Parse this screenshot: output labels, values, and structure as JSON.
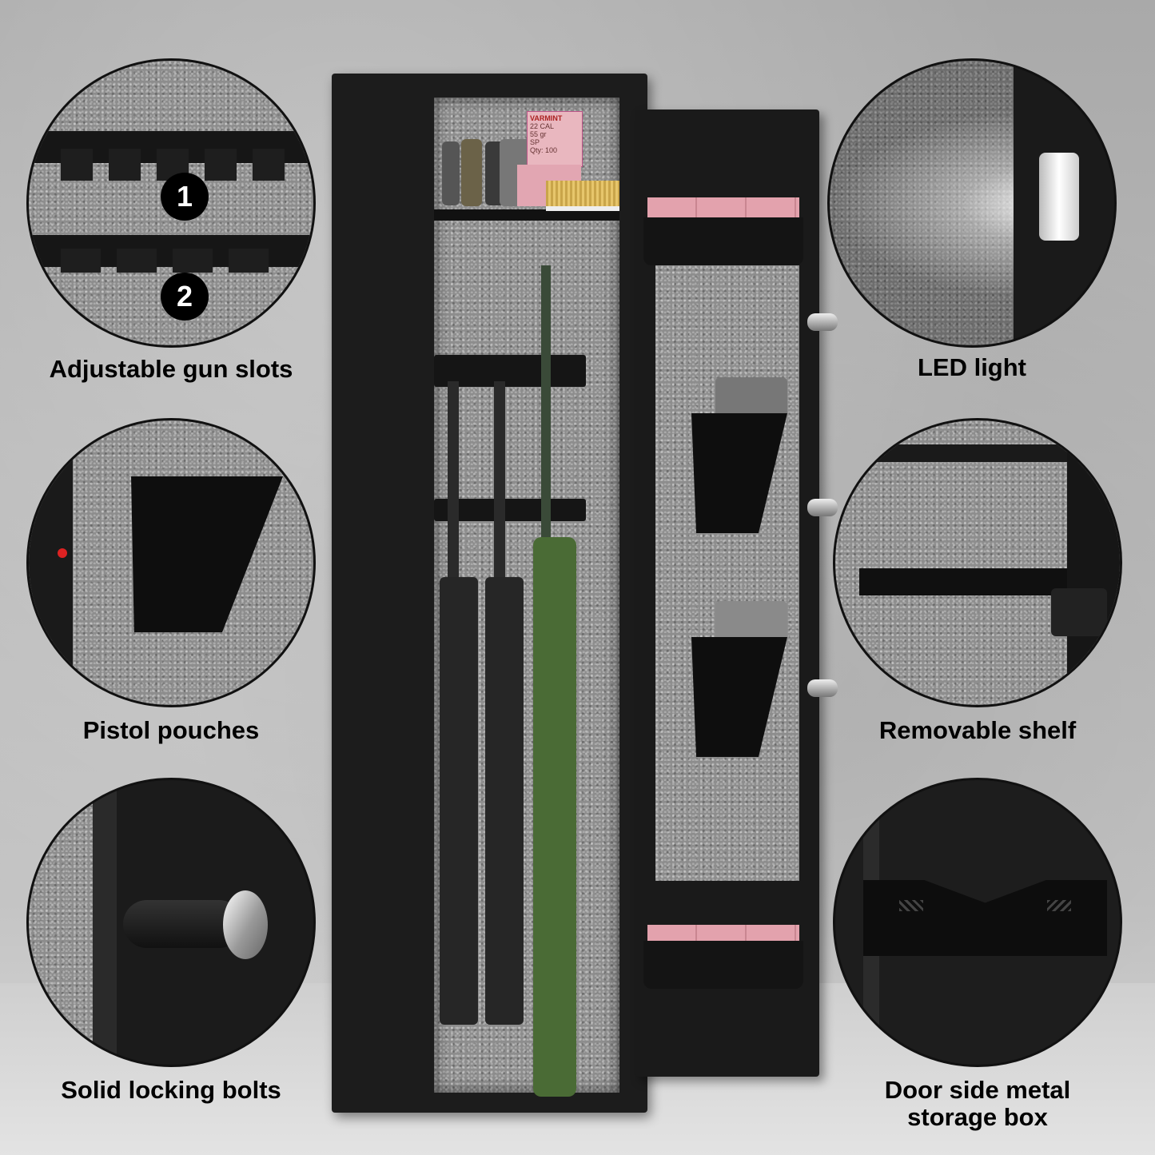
{
  "features": {
    "gun_slots": {
      "label": "Adjustable gun slots",
      "badge_1": "1",
      "badge_2": "2"
    },
    "led_light": {
      "label": "LED light"
    },
    "pistol_pouches": {
      "label": "Pistol pouches"
    },
    "removable_shelf": {
      "label": "Removable shelf"
    },
    "locking_bolts": {
      "label": "Solid locking bolts"
    },
    "storage_box": {
      "label_line1": "Door side metal",
      "label_line2": "storage box"
    }
  },
  "ammo_box": {
    "brand": "VARMINT",
    "line1": "22 CAL",
    "line2": "55 gr",
    "line3": "SP",
    "line4": "Qty: 100"
  }
}
